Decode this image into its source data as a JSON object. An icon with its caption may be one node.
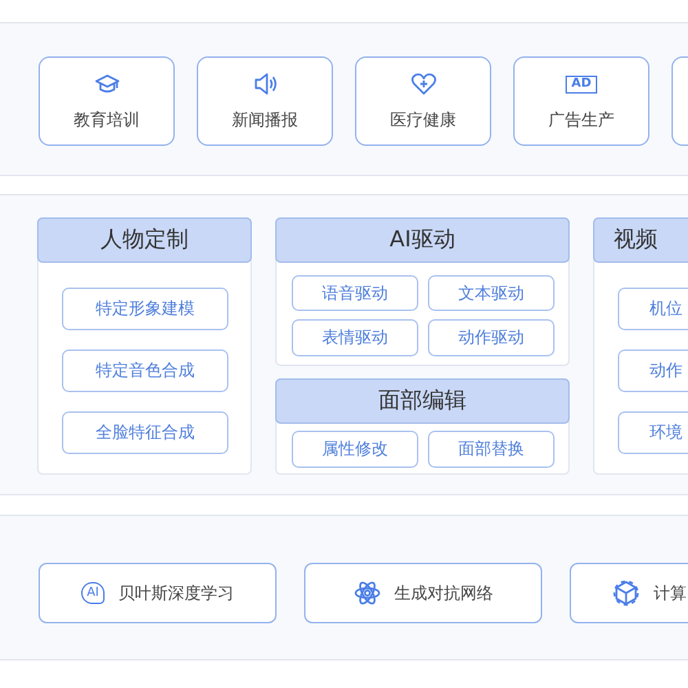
{
  "diagram": {
    "nodes": [
      {
        "text": [],
        "shape": "box"
      },
      {
        "text": [
          "教育培训"
        ],
        "in": 0
      },
      {
        "text": [
          "新闻播报"
        ],
        "in": 0
      },
      {
        "text": [
          "医疗健康"
        ],
        "in": 0
      },
      {
        "text": [
          "AD",
          "广告生产"
        ],
        "in": 0
      },
      {
        "text": [],
        "shape": "box",
        "in": 0
      },
      {
        "text": [],
        "shape": "box"
      },
      {
        "text": [
          "人物定制"
        ],
        "in": 6
      },
      {
        "text": [
          "特定形象建模"
        ],
        "in": 7
      },
      {
        "text": [
          "特定音色合成"
        ],
        "in": 7
      },
      {
        "text": [
          "全脸特征合成"
        ],
        "in": 7
      },
      {
        "text": [
          "AI驱动"
        ],
        "in": 6
      },
      {
        "text": [
          "语音驱动"
        ],
        "in": 11
      },
      {
        "text": [
          "文本驱动"
        ],
        "in": 11
      },
      {
        "text": [
          "表情驱动"
        ],
        "in": 11
      },
      {
        "text": [
          "动作驱动"
        ],
        "in": 11
      },
      {
        "text": [
          "面部编辑"
        ],
        "in": 6
      },
      {
        "text": [
          "属性修改"
        ],
        "in": 16
      },
      {
        "text": [
          "面部替换"
        ],
        "in": 16
      },
      {
        "text": [
          "视频"
        ],
        "in": 6
      },
      {
        "text": [
          "机位"
        ],
        "in": 19
      },
      {
        "text": [
          "动作"
        ],
        "in": 19
      },
      {
        "text": [
          "环境"
        ],
        "in": 19
      },
      {
        "text": [],
        "shape": "box"
      },
      {
        "text": [
          "AI",
          "贝叶斯深度学习"
        ],
        "in": 23
      },
      {
        "text": [
          "生成对抗网络"
        ],
        "in": 23
      },
      {
        "text": [
          "计算"
        ],
        "in": 23
      }
    ]
  }
}
